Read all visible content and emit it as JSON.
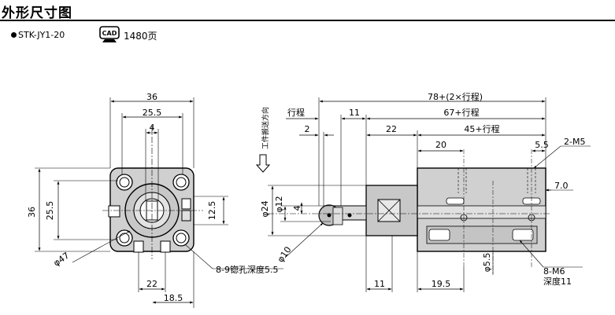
{
  "header": {
    "title": "外形尺寸图",
    "model": "STK-JY1-20",
    "cad_badge": "CAD",
    "page_ref": "1480页"
  },
  "front_view": {
    "dims": {
      "width_total": "36",
      "width_inner": "25.5",
      "key_width": "4",
      "height_total": "36",
      "height_inner": "25.5",
      "height_right": "12.5",
      "diameter": "φ47",
      "bottom_inner": "22",
      "bottom_outer": "18.5",
      "counterbore": "8-9锪孔深度5.5"
    }
  },
  "side_view": {
    "dims": {
      "overall": "78+(2×行程)",
      "stroke": "行程",
      "gap_11": "11",
      "body_stroke": "67+行程",
      "offset_2": "2",
      "offset_22": "22",
      "inner_stroke": "45+行程",
      "d20": "20",
      "d5_5": "5.5",
      "port": "2-M5",
      "d7_0": "7.0",
      "phi24": "φ24",
      "phi12": "φ12",
      "d4": "4",
      "phi10": "φ10",
      "phi5_5": "φ5.5",
      "bottom_11": "11",
      "bottom_19_5": "19.5",
      "thread": "8-M6",
      "thread_depth": "深度11",
      "transport_dir": "工件搬送方向"
    }
  }
}
